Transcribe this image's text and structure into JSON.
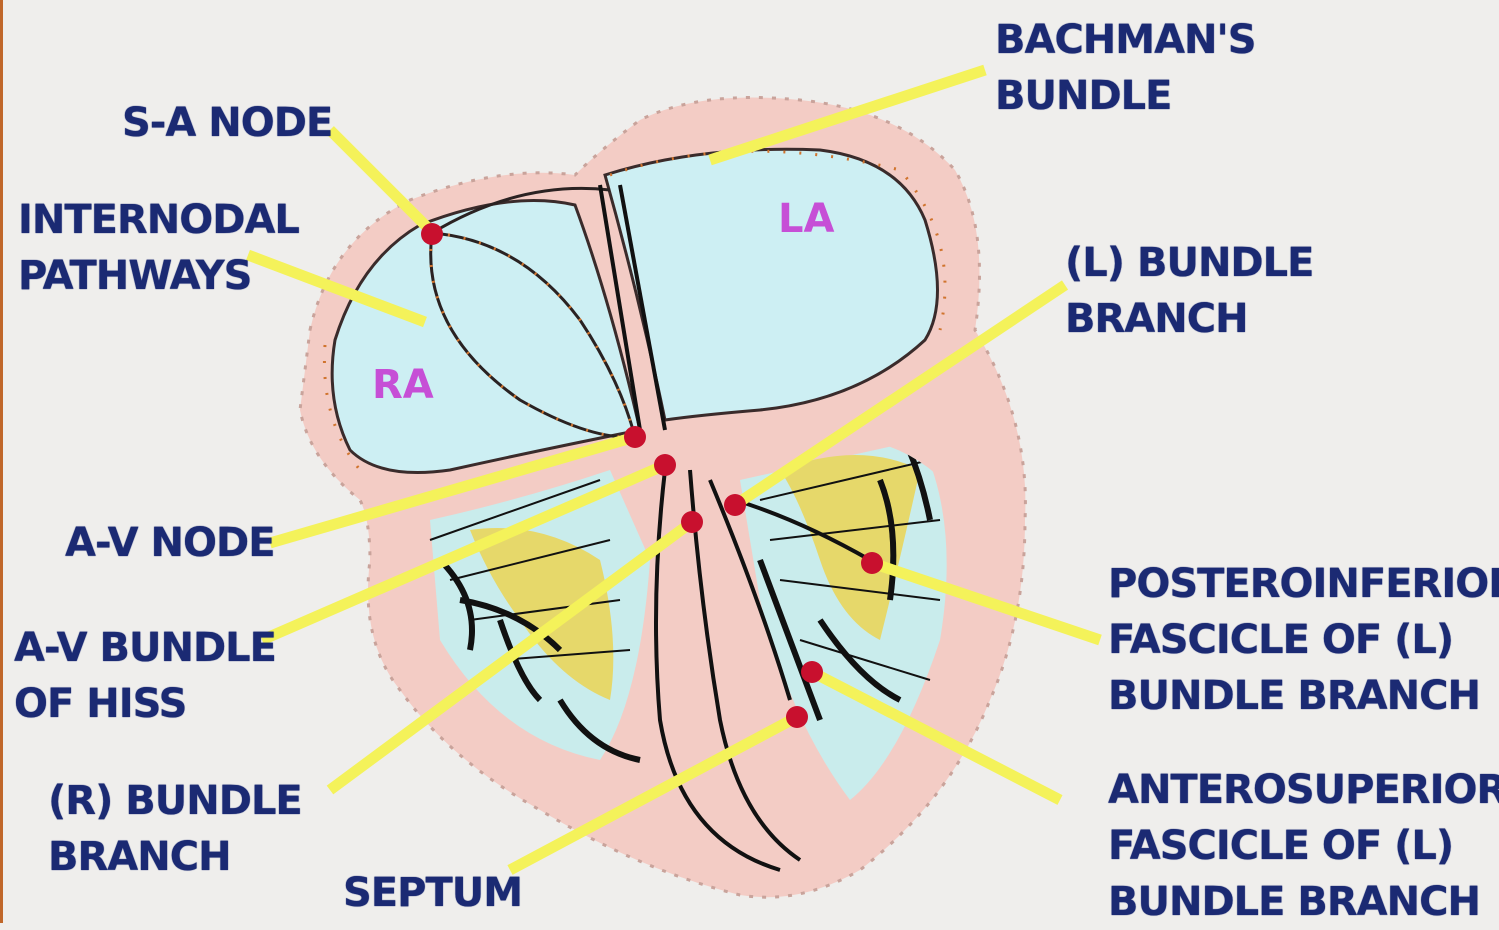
{
  "labels": {
    "sa_node": [
      "S-A NODE"
    ],
    "internodal": [
      "INTERNODAL",
      "PATHWAYS"
    ],
    "av_node": [
      "A-V NODE"
    ],
    "av_bundle": [
      "A-V BUNDLE",
      "OF HISS"
    ],
    "r_bundle": [
      "(R) BUNDLE",
      "BRANCH"
    ],
    "septum": [
      "SEPTUM"
    ],
    "bachman": [
      "BACHMAN'S",
      "BUNDLE"
    ],
    "l_bundle": [
      "(L) BUNDLE",
      "BRANCH"
    ],
    "posteroinferior": [
      "POSTEROINFERIOR",
      "FASCICLE OF (L)",
      "BUNDLE BRANCH"
    ],
    "anterosuperior": [
      "ANTEROSUPERIOR",
      "FASCICLE OF (L)",
      "BUNDLE BRANCH"
    ]
  },
  "chambers": {
    "ra": "RA",
    "la": "LA"
  },
  "colors": {
    "label": "#1b2a73",
    "leader": "#f4f25a",
    "tissue": "#f3ccc5",
    "atrium": "#cdeff3",
    "node": "#c8102e",
    "chamber_label": "#c64fd6",
    "background": "#efeeec"
  }
}
